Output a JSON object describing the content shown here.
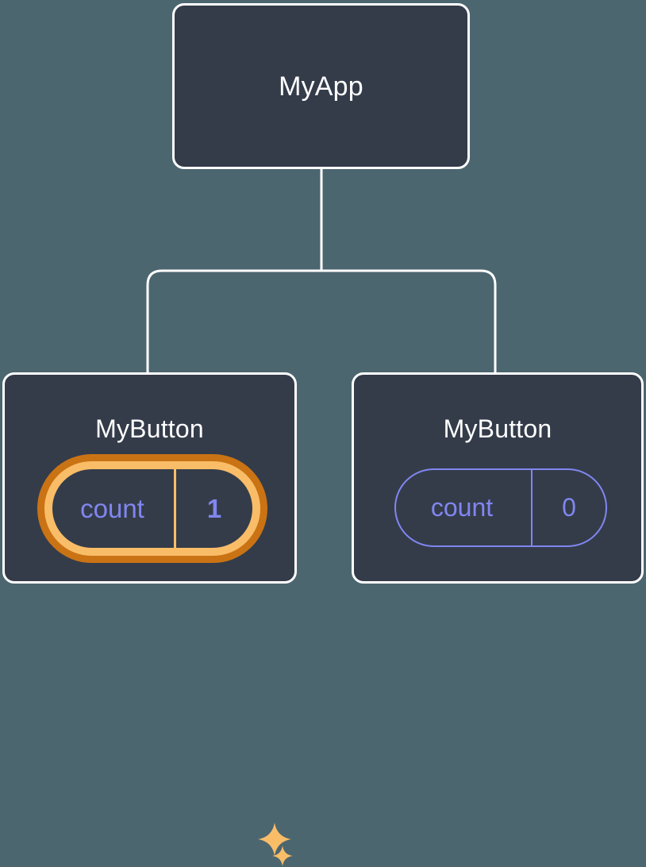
{
  "diagram": {
    "title": "React component tree with highlighted state update",
    "background_color": "#4c6670",
    "node_fill_color": "#343c4a",
    "node_border_color": "#ffffff",
    "connector_color": "#ffffff",
    "accent_state_color": "#8186f0",
    "highlight_outer_color": "#ca7314",
    "highlight_inner_color": "#f9bd68",
    "sparkle_color": "#f9bd68"
  },
  "root": {
    "label": "MyApp"
  },
  "children": [
    {
      "label": "MyButton",
      "state": {
        "key": "count",
        "value": "1"
      },
      "highlighted": true,
      "sparkles": [
        {
          "name": "sparkle-large"
        },
        {
          "name": "sparkle-small"
        }
      ]
    },
    {
      "label": "MyButton",
      "state": {
        "key": "count",
        "value": "0"
      },
      "highlighted": false
    }
  ],
  "connectors": {
    "stem_label": "root-to-branch-stem",
    "branch_label": "branch-bar",
    "left_drop_label": "left-child-drop",
    "right_drop_label": "right-child-drop"
  }
}
